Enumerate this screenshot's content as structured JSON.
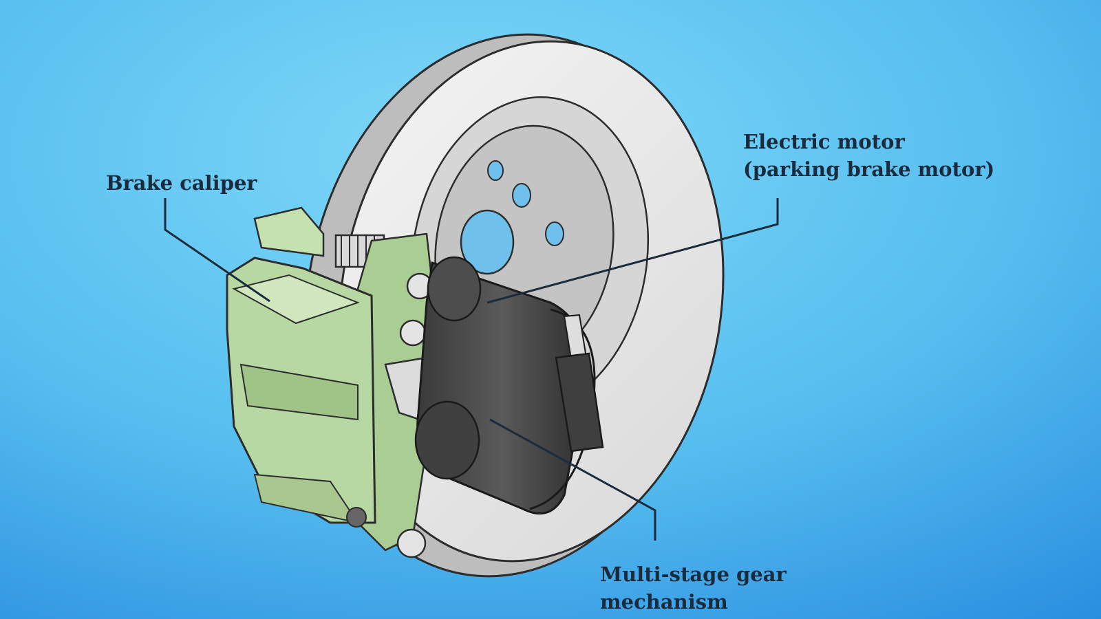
{
  "labels": {
    "brake_caliper": "Brake caliper",
    "electric_motor_line1": "Electric motor",
    "electric_motor_line2": "(parking brake motor)",
    "gear_line1": "Multi-stage gear",
    "gear_line2": "mechanism"
  },
  "colors": {
    "background_top": "#6fd0f5",
    "background_bottom": "#2a8ee0",
    "disc": "#eeeeee",
    "caliper": "#b7d7a3",
    "motor": "#454545",
    "text": "#1b2b3e"
  }
}
